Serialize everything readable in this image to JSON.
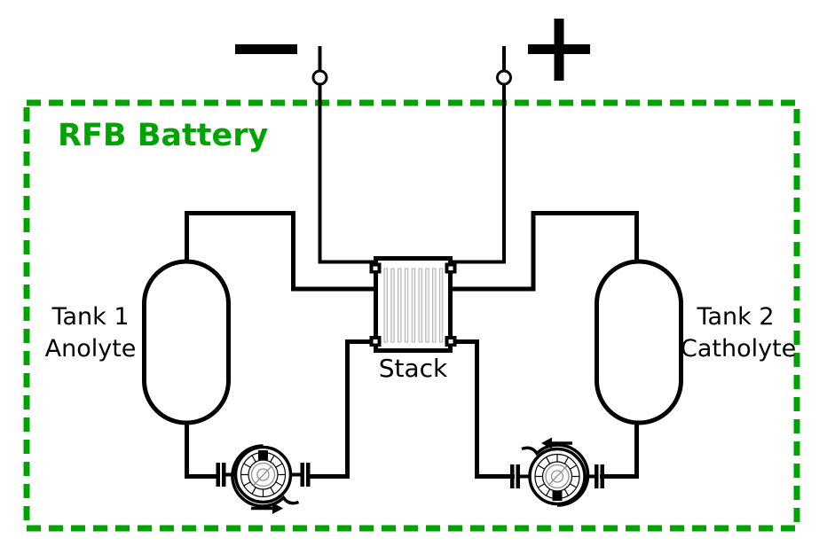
{
  "title": "RFB Battery",
  "labels": {
    "tank1_line1": "Tank 1",
    "tank1_line2": "Anolyte",
    "tank2_line1": "Tank 2",
    "tank2_line2": "Catholyte",
    "stack": "Stack"
  },
  "terminals": {
    "negative_symbol": "minus",
    "positive_symbol": "plus"
  },
  "pumps": {
    "left": {
      "position": "bottom-left",
      "flow_arrow_direction": "right"
    },
    "right": {
      "position": "bottom-right",
      "flow_arrow_direction": "left"
    }
  },
  "stack_info": {
    "cells_shown": 9,
    "ports": 4
  },
  "colors": {
    "accent_green": "#00a400",
    "ink": "#000000",
    "detail_gray": "#8f8f8f",
    "cell_stroke": "#b0b0b0",
    "cell_fill": "#f2f2f2",
    "background": "#ffffff"
  }
}
